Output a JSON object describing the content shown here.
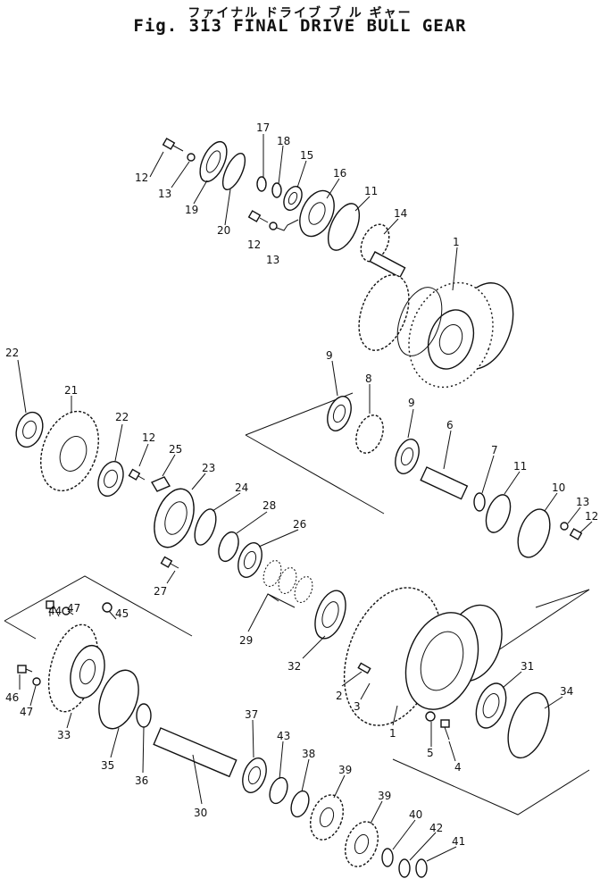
{
  "header": {
    "title_jp": "ファイナル ドライブ ブ ル ギャー",
    "title_en": "Fig. 313 FINAL DRIVE BULL GEAR"
  },
  "callouts": [
    {
      "id": "c12a",
      "text": "12"
    },
    {
      "id": "c13a",
      "text": "13"
    },
    {
      "id": "c19",
      "text": "19"
    },
    {
      "id": "c20",
      "text": "20"
    },
    {
      "id": "c17",
      "text": "17"
    },
    {
      "id": "c18",
      "text": "18"
    },
    {
      "id": "c15",
      "text": "15"
    },
    {
      "id": "c16",
      "text": "16"
    },
    {
      "id": "c11a",
      "text": "11"
    },
    {
      "id": "c14",
      "text": "14"
    },
    {
      "id": "c12b",
      "text": "12"
    },
    {
      "id": "c13b",
      "text": "13"
    },
    {
      "id": "c1a",
      "text": "1"
    },
    {
      "id": "c22a",
      "text": "22"
    },
    {
      "id": "c21",
      "text": "21"
    },
    {
      "id": "c22b",
      "text": "22"
    },
    {
      "id": "c12c",
      "text": "12"
    },
    {
      "id": "c25",
      "text": "25"
    },
    {
      "id": "c23",
      "text": "23"
    },
    {
      "id": "c24",
      "text": "24"
    },
    {
      "id": "c28",
      "text": "28"
    },
    {
      "id": "c26",
      "text": "26"
    },
    {
      "id": "c27",
      "text": "27"
    },
    {
      "id": "c29",
      "text": "29"
    },
    {
      "id": "c9a",
      "text": "9"
    },
    {
      "id": "c8",
      "text": "8"
    },
    {
      "id": "c9b",
      "text": "9"
    },
    {
      "id": "c6",
      "text": "6"
    },
    {
      "id": "c7",
      "text": "7"
    },
    {
      "id": "c11b",
      "text": "11"
    },
    {
      "id": "c10",
      "text": "10"
    },
    {
      "id": "c13c",
      "text": "13"
    },
    {
      "id": "c12d",
      "text": "12"
    },
    {
      "id": "c44",
      "text": "44"
    },
    {
      "id": "c47a",
      "text": "47"
    },
    {
      "id": "c45",
      "text": "45"
    },
    {
      "id": "c46",
      "text": "46"
    },
    {
      "id": "c47b",
      "text": "47"
    },
    {
      "id": "c33",
      "text": "33"
    },
    {
      "id": "c35",
      "text": "35"
    },
    {
      "id": "c36",
      "text": "36"
    },
    {
      "id": "c30",
      "text": "30"
    },
    {
      "id": "c32",
      "text": "32"
    },
    {
      "id": "c2",
      "text": "2"
    },
    {
      "id": "c3",
      "text": "3"
    },
    {
      "id": "c1b",
      "text": "1"
    },
    {
      "id": "c5",
      "text": "5"
    },
    {
      "id": "c4",
      "text": "4"
    },
    {
      "id": "c31",
      "text": "31"
    },
    {
      "id": "c34",
      "text": "34"
    },
    {
      "id": "c37",
      "text": "37"
    },
    {
      "id": "c43",
      "text": "43"
    },
    {
      "id": "c38",
      "text": "38"
    },
    {
      "id": "c39a",
      "text": "39"
    },
    {
      "id": "c39b",
      "text": "39"
    },
    {
      "id": "c40",
      "text": "40"
    },
    {
      "id": "c42",
      "text": "42"
    },
    {
      "id": "c41",
      "text": "41"
    }
  ]
}
